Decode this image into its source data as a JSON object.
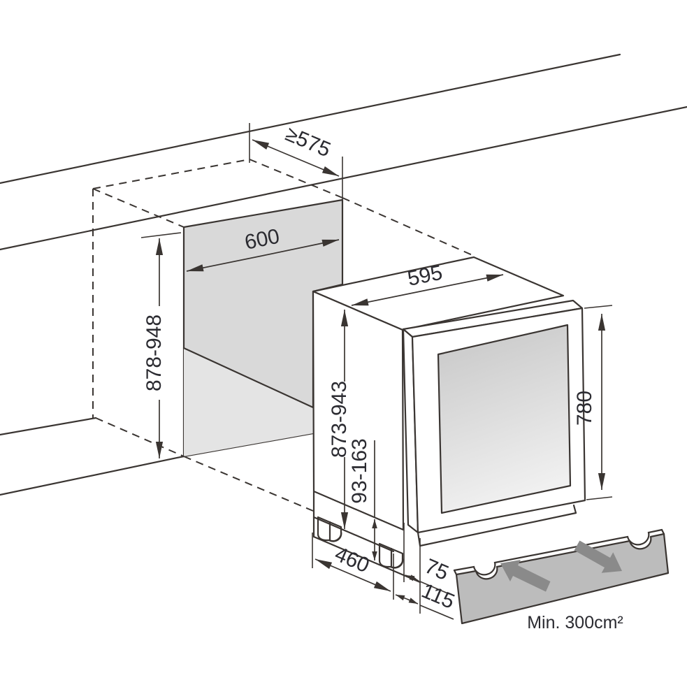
{
  "diagram": {
    "kind": "appliance-built-in-installation-diagram",
    "dimensions": {
      "niche_depth": "≥575",
      "niche_width": "600",
      "niche_height": "878-948",
      "appliance_width": "595",
      "appliance_height": "873-943",
      "plinth_height": "93-163",
      "door_height": "780",
      "base_depth": "460",
      "door_offset": "75",
      "total_offset": "115"
    },
    "ventilation": {
      "min_area_label": "Min. 300cm²"
    },
    "colors": {
      "line": "#3a3532",
      "niche_back_panel": "#d9d9d9",
      "niche_back_lower": "#e4e4e4",
      "vent_panel": "#bcbcbc",
      "flow_arrow": "#8a8a8a",
      "glass_top": "#c6c6c6",
      "glass_bottom": "#f0f0f0"
    }
  }
}
